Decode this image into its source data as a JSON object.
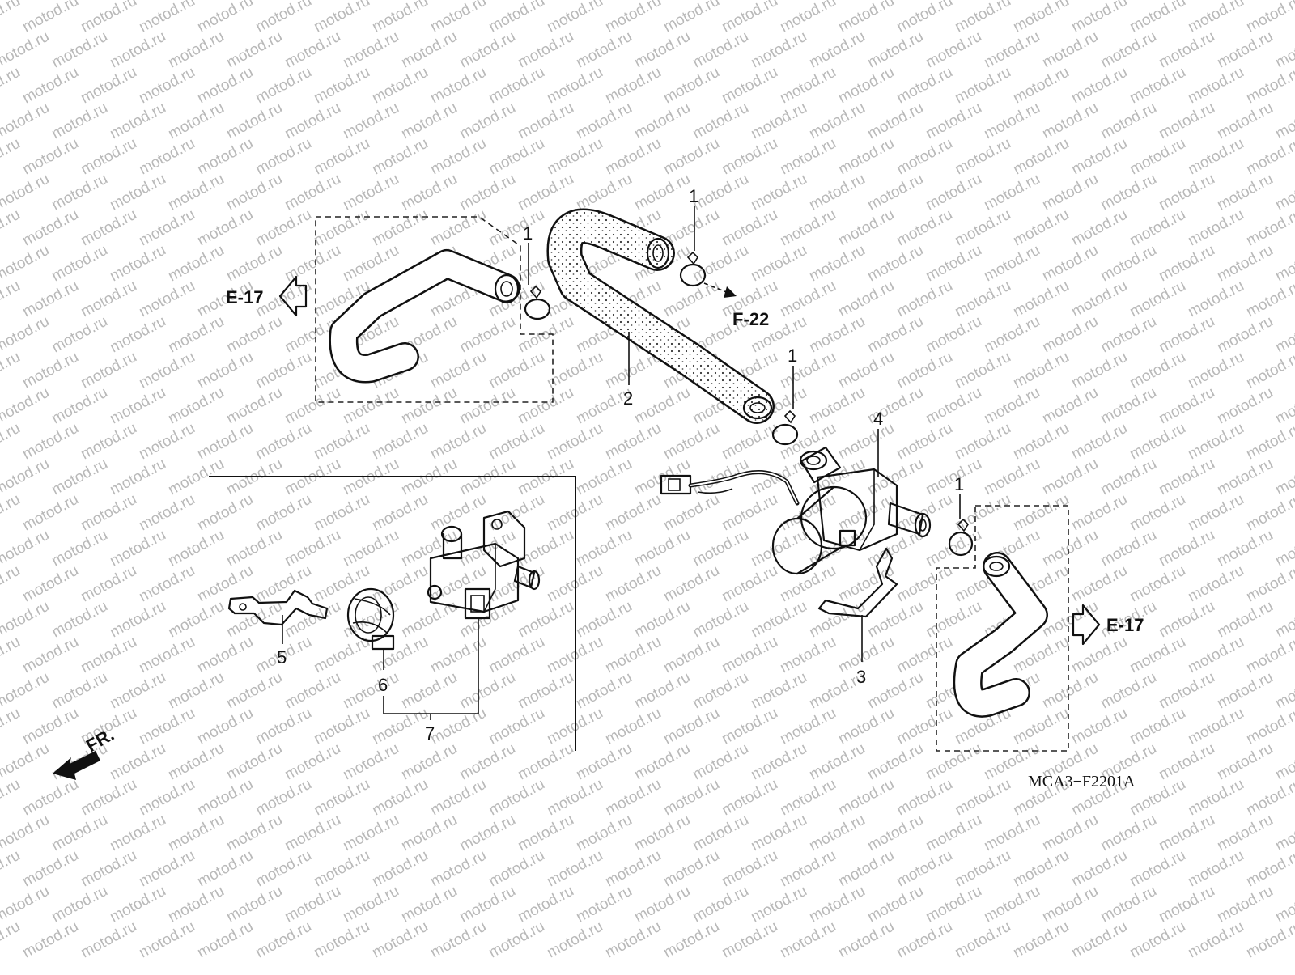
{
  "watermark": {
    "text": "motod.ru",
    "color": "#b9b9b9"
  },
  "diagram_code": "MCA3−F2201A",
  "front_indicator": "FR.",
  "references": {
    "e17_left": "E-17",
    "f22": "F-22",
    "e17_right": "E-17"
  },
  "callouts": {
    "clip_top_left": "1",
    "clip_top_mid": "1",
    "clip_mid": "1",
    "clip_right": "1",
    "hose": "2",
    "bracket": "3",
    "valve": "4",
    "stay": "5",
    "band": "6",
    "valve_assy": "7"
  }
}
